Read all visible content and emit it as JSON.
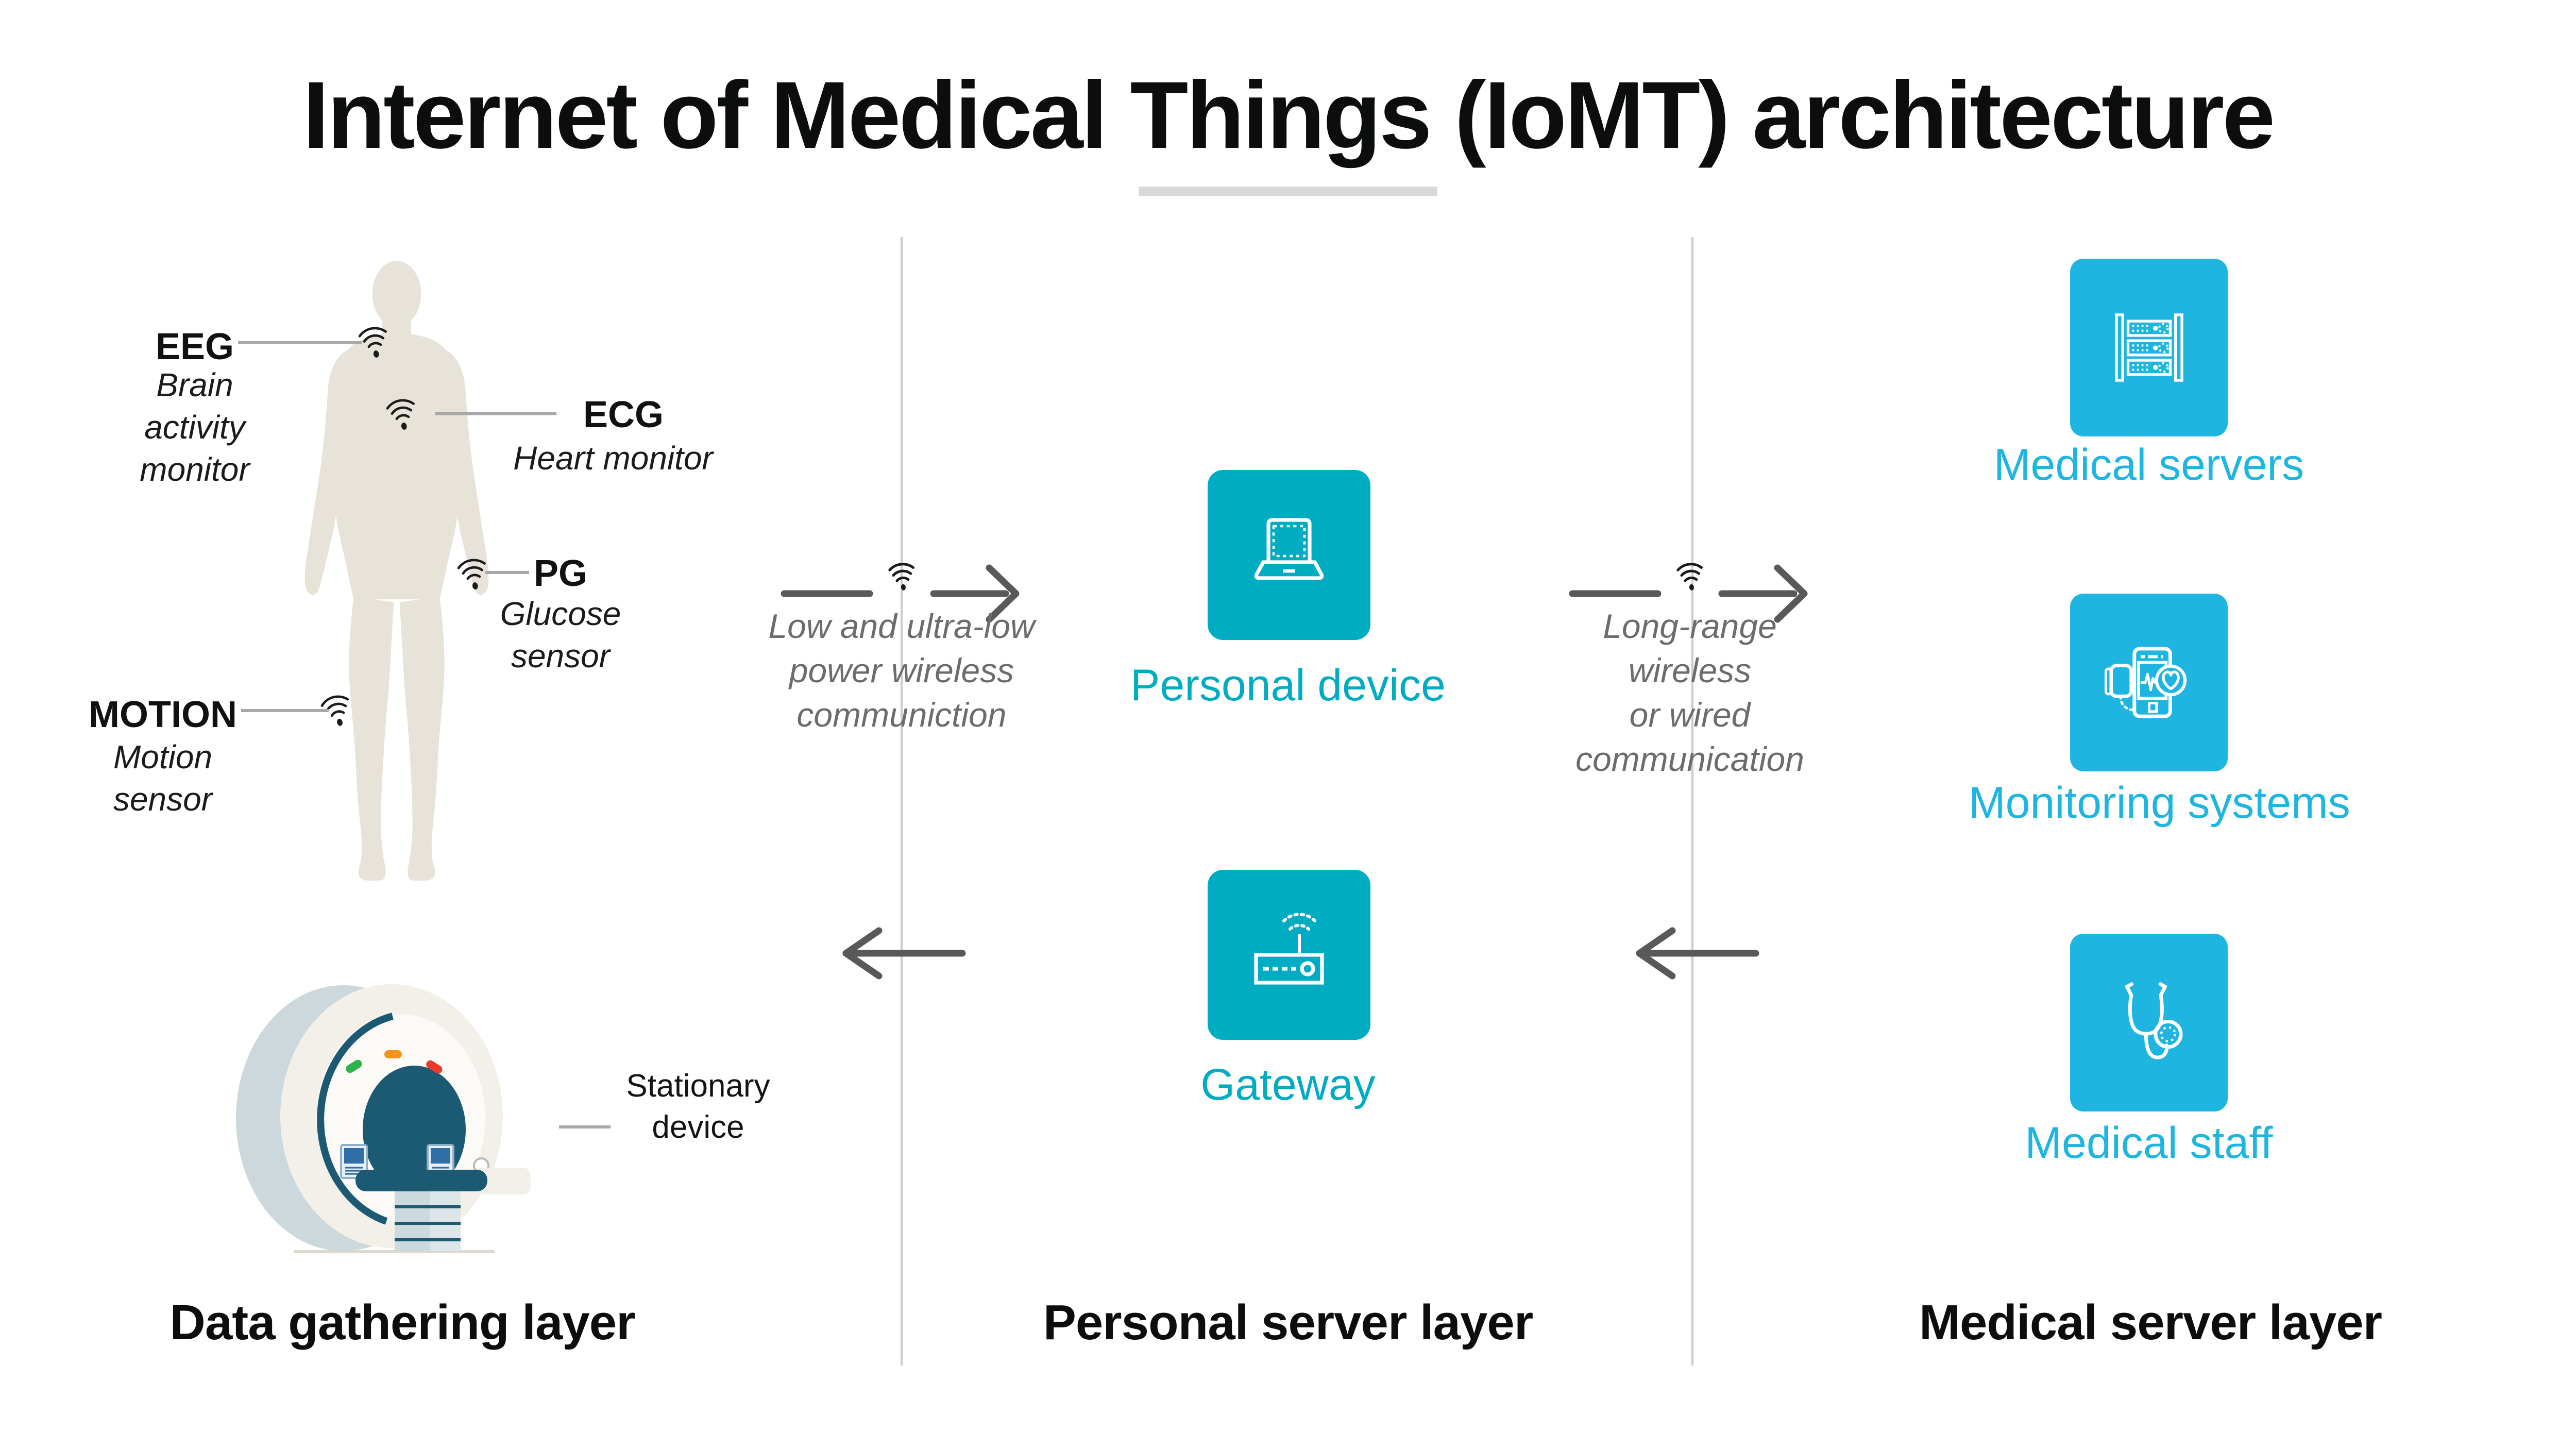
{
  "title": "Internet of Medical Things (IoMT) architecture",
  "sensors": [
    {
      "abbr": "EEG",
      "desc": "Brain\nactivity\nmonitor"
    },
    {
      "abbr": "ECG",
      "desc": "Heart monitor"
    },
    {
      "abbr": "PG",
      "desc": "Glucose\nsensor"
    },
    {
      "abbr": "MOTION",
      "desc": "Motion\nsensor"
    }
  ],
  "stationary_device": {
    "label": "Stationary\ndevice"
  },
  "links": {
    "low_power": "Low and ultra-low\npower wireless\ncommuniction",
    "long_range": "Long-range wireless\nor wired\ncommunication"
  },
  "personal_server": {
    "personal_device_label": "Personal device",
    "gateway_label": "Gateway"
  },
  "medical_server": {
    "servers_label": "Medical servers",
    "monitoring_label": "Monitoring systems",
    "staff_label": "Medical staff"
  },
  "layers": {
    "data_gathering": "Data gathering layer",
    "personal_server": "Personal server layer",
    "medical_server": "Medical server layer"
  },
  "icons": {
    "personal_device": "laptop-icon",
    "gateway": "wireless-router-icon",
    "servers": "server-rack-icon",
    "monitoring": "phone-heart-monitor-icon",
    "staff": "stethoscope-icon",
    "body_sensor": "wifi-signal-icon"
  },
  "colors": {
    "accent_teal": "#00acc2",
    "accent_blue": "#1eb5e0",
    "arrow_gray": "#58595b",
    "text_gray": "#6b6c6e",
    "divider_gray": "#c9cacb",
    "connector_gray": "#a8a8a8",
    "underline_gray": "#d8d8d8",
    "body_beige": "#e7e3d9",
    "ink": "#1b1b1b",
    "mri_teal": "#1b5a72",
    "mri_cream": "#f3f0ea",
    "mri_backing": "#ccd8db",
    "mri_white": "#fcfaf6",
    "light_green": "#2eb44d",
    "light_orange": "#f6921e",
    "light_red": "#ea3829"
  }
}
